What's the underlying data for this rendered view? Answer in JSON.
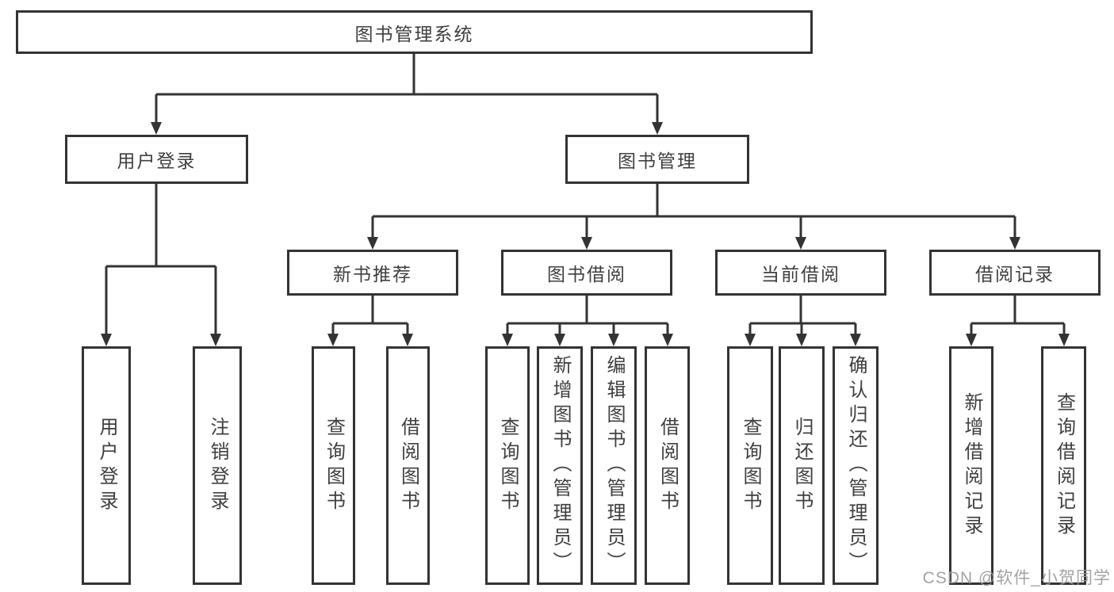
{
  "colors": {
    "line": "#333333",
    "box_border": "#333333",
    "box_fill": "#ffffff",
    "text": "#3f3f3f",
    "background": "#ffffff",
    "watermark": "#9b9b9e"
  },
  "watermark": "CSDN @软件_小贺同学",
  "tree": {
    "root": "图书管理系统",
    "user_login": {
      "label": "用户登录",
      "children": {
        "login": "用户登录",
        "logout": "注销登录"
      }
    },
    "book_management": {
      "label": "图书管理",
      "children": {
        "new_book_recommend": {
          "label": "新书推荐",
          "children": {
            "query_books": "查询图书",
            "borrow_books": "借阅图书"
          }
        },
        "book_borrow": {
          "label": "图书借阅",
          "children": {
            "query_books": "查询图书",
            "add_books_admin": "新增图书（管理员）",
            "edit_books_admin": "编辑图书（管理员）",
            "borrow_books": "借阅图书"
          }
        },
        "current_borrow": {
          "label": "当前借阅",
          "children": {
            "query_books": "查询图书",
            "return_books": "归还图书",
            "confirm_return_admin": "确认归还（管理员）"
          }
        },
        "borrow_records": {
          "label": "借阅记录",
          "children": {
            "add_borrow_record": "新增借阅记录",
            "query_borrow_record": "查询借阅记录"
          }
        }
      }
    }
  }
}
